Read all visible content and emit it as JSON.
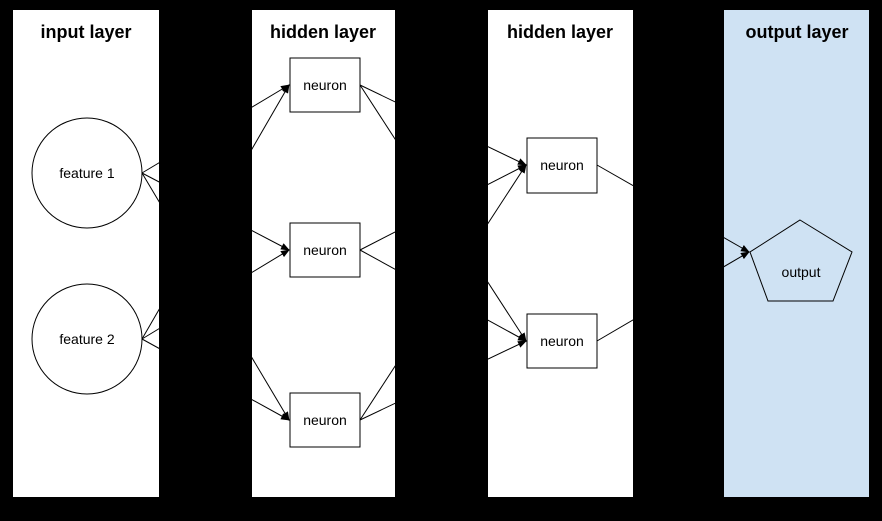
{
  "colors": {
    "background": "#000000",
    "panel": "#ffffff",
    "output_panel": "#cfe2f3",
    "stroke": "#000000",
    "text": "#000000"
  },
  "diagram": {
    "type": "neural-network-layer-diagram",
    "layers": [
      {
        "label": "input layer",
        "nodes": [
          {
            "id": "feature-1",
            "label": "feature 1",
            "shape": "circle"
          },
          {
            "id": "feature-2",
            "label": "feature 2",
            "shape": "circle"
          }
        ]
      },
      {
        "label": "hidden layer",
        "nodes": [
          {
            "id": "h1-neuron-1",
            "label": "neuron",
            "shape": "rectangle"
          },
          {
            "id": "h1-neuron-2",
            "label": "neuron",
            "shape": "rectangle"
          },
          {
            "id": "h1-neuron-3",
            "label": "neuron",
            "shape": "rectangle"
          }
        ]
      },
      {
        "label": "hidden layer",
        "nodes": [
          {
            "id": "h2-neuron-1",
            "label": "neuron",
            "shape": "rectangle"
          },
          {
            "id": "h2-neuron-2",
            "label": "neuron",
            "shape": "rectangle"
          }
        ]
      },
      {
        "label": "output layer",
        "nodes": [
          {
            "id": "output",
            "label": "output",
            "shape": "pentagon"
          }
        ]
      }
    ],
    "edges": [
      {
        "from": "feature-1",
        "to": "h1-neuron-1"
      },
      {
        "from": "feature-1",
        "to": "h1-neuron-2"
      },
      {
        "from": "feature-1",
        "to": "h1-neuron-3"
      },
      {
        "from": "feature-2",
        "to": "h1-neuron-1"
      },
      {
        "from": "feature-2",
        "to": "h1-neuron-2"
      },
      {
        "from": "feature-2",
        "to": "h1-neuron-3"
      },
      {
        "from": "h1-neuron-1",
        "to": "h2-neuron-1"
      },
      {
        "from": "h1-neuron-1",
        "to": "h2-neuron-2"
      },
      {
        "from": "h1-neuron-2",
        "to": "h2-neuron-1"
      },
      {
        "from": "h1-neuron-2",
        "to": "h2-neuron-2"
      },
      {
        "from": "h1-neuron-3",
        "to": "h2-neuron-1"
      },
      {
        "from": "h1-neuron-3",
        "to": "h2-neuron-2"
      },
      {
        "from": "h2-neuron-1",
        "to": "output"
      },
      {
        "from": "h2-neuron-2",
        "to": "output"
      }
    ]
  }
}
